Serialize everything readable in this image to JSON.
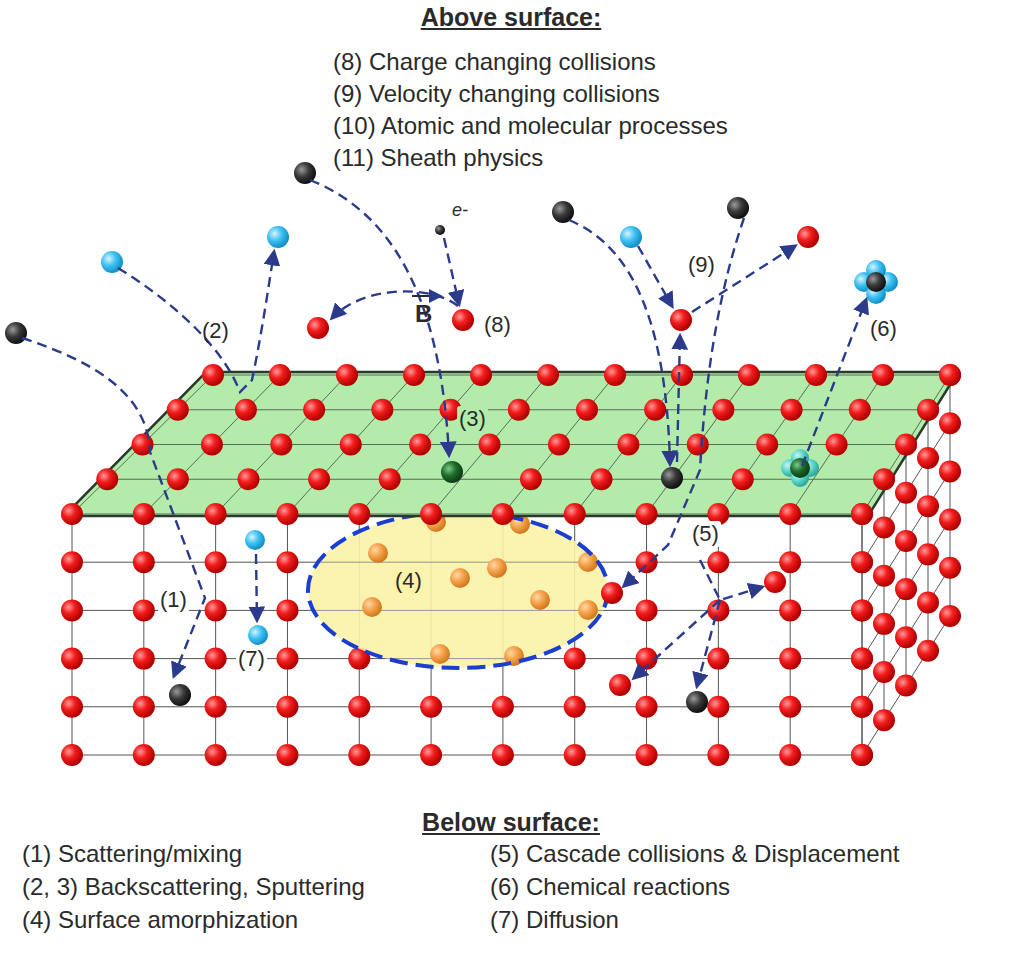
{
  "diagram": {
    "labels": [
      "Above surface:",
      "(8) Charge changing collisions",
      "(9) Velocity changing collisions",
      "(10) Atomic and molecular processes",
      "(11) Sheath physics",
      "(2)",
      "e-",
      "(8)",
      "B",
      "(9)",
      "(6)",
      "(3)",
      "(4)",
      "(5)",
      "(1)",
      "(7)",
      "Below surface:",
      "(1) Scattering/mixing",
      "(5) Cascade collisions & Displacement",
      "(2, 3) Backscattering, Sputtering",
      "(6) Chemical reactions",
      "(4) Surface amorphization",
      "(7) Diffusion"
    ]
  }
}
